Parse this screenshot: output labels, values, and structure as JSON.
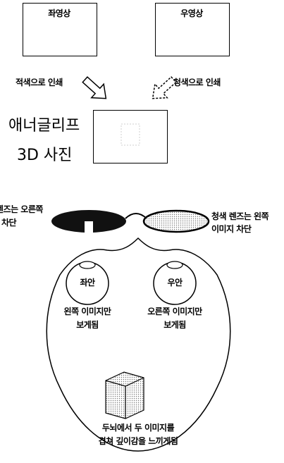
{
  "left_image": {
    "label": "좌영상"
  },
  "right_image": {
    "label": "우영상"
  },
  "left_print": "적색으로 인쇄",
  "right_print": "청색으로 인쇄",
  "anaglyph": {
    "line1": "애너글리프",
    "line2": "3D 사진"
  },
  "red_lens": {
    "line1": "렌즈는 오른쪽",
    "line2": "차단"
  },
  "blue_lens": {
    "line1": "청색 렌즈는 왼쪽",
    "line2": "이미지 차단"
  },
  "left_eye": {
    "label": "좌안",
    "caption_line1": "왼쪽 이미지만",
    "caption_line2": "보게됨"
  },
  "right_eye": {
    "label": "우안",
    "caption_line1": "오른쪽 이미지만",
    "caption_line2": "보게됨"
  },
  "brain": {
    "line1": "두뇌에서 두 이미지를",
    "line2": "겹쳐 깊이감을 느끼게됨"
  },
  "colors": {
    "ink": "#000000",
    "paper": "#ffffff",
    "lens_dark": "#111111",
    "lens_light": "#d9d9d9"
  }
}
